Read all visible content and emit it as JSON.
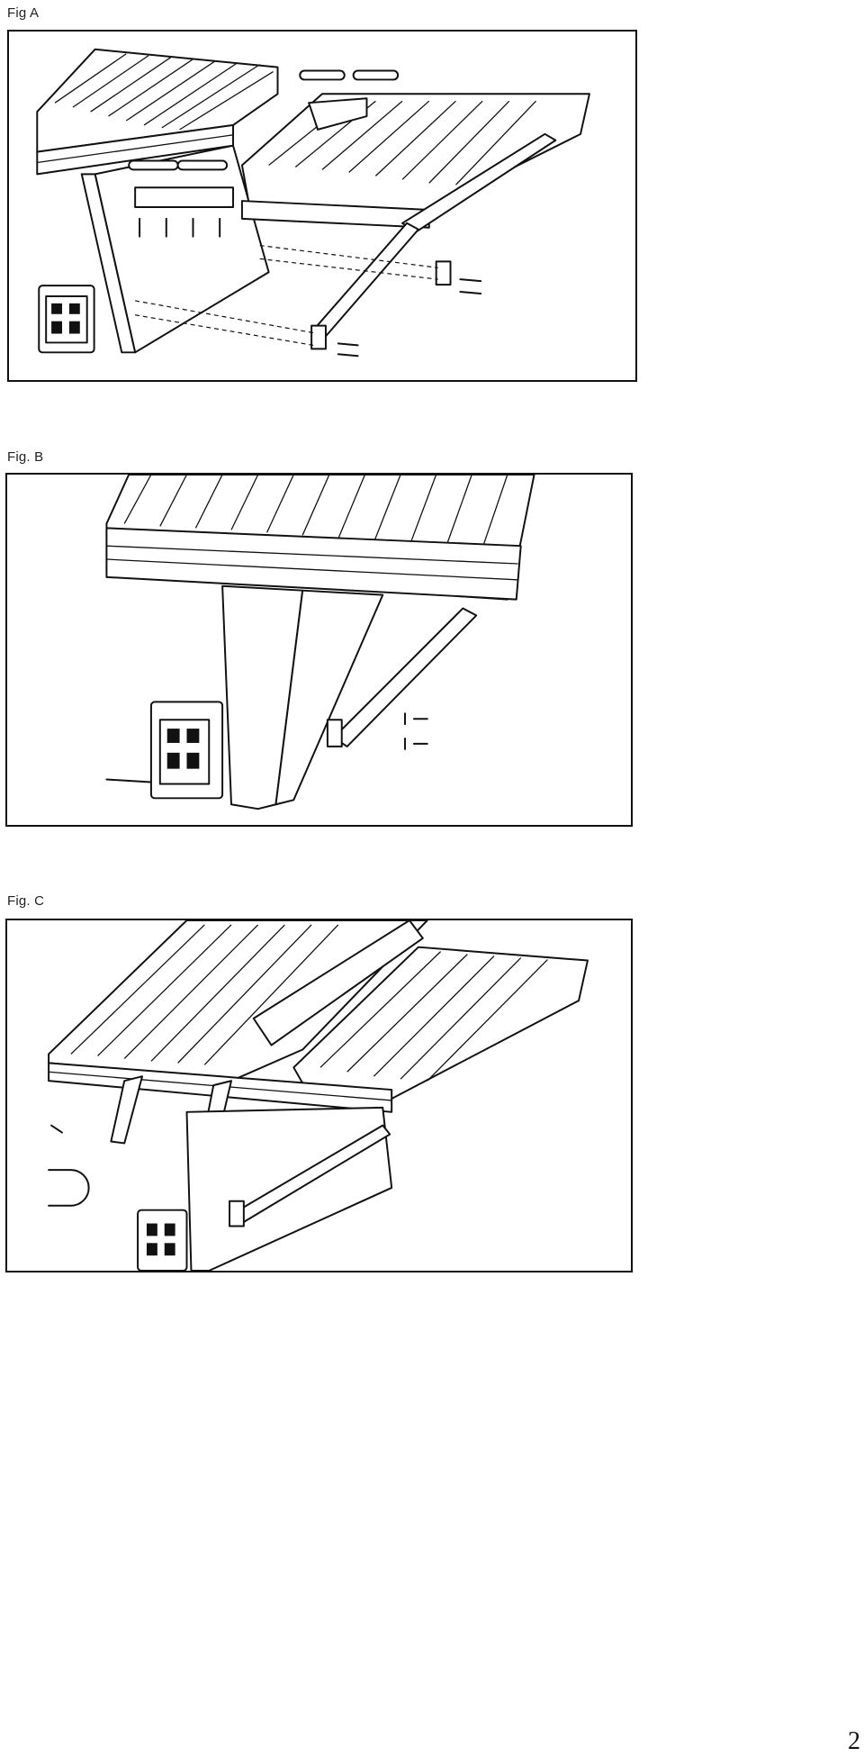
{
  "figures": [
    {
      "caption": "Fig A"
    },
    {
      "caption": "Fig. B"
    },
    {
      "caption": "Fig. C"
    }
  ],
  "page": {
    "number": "2"
  }
}
